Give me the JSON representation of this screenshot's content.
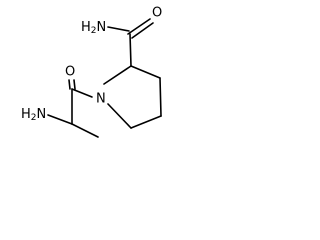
{
  "molecule": {
    "atoms": {
      "amide_n": {
        "label": "H",
        "subscript": "2",
        "tail": "N"
      },
      "amide_o": {
        "label": "O"
      },
      "acyl_o": {
        "label": "O"
      },
      "ring_n": {
        "label": "N"
      },
      "amine_n": {
        "label": "H",
        "subscript": "2",
        "tail": "N"
      }
    },
    "colors": {
      "bond": "#000000",
      "label": "#000000",
      "background": "#ffffff"
    }
  }
}
